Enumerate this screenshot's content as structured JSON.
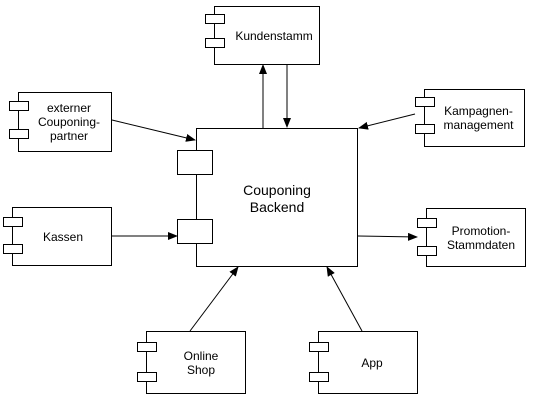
{
  "diagram": {
    "nodes": {
      "kundenstamm": {
        "label": "Kundenstamm"
      },
      "externer": {
        "label": "externer\nCouponing-\npartner"
      },
      "kampagnen": {
        "label": "Kampagnen-\nmanagement"
      },
      "backend": {
        "label": "Couponing\nBackend"
      },
      "kassen": {
        "label": "Kassen"
      },
      "promotion": {
        "label": "Promotion-\nStammdaten"
      },
      "onlineshop": {
        "label": "Online\nShop"
      },
      "app": {
        "label": "App"
      }
    },
    "edges": [
      {
        "from": "backend",
        "to": "kundenstamm"
      },
      {
        "from": "kundenstamm",
        "to": "backend"
      },
      {
        "from": "externer",
        "to": "backend"
      },
      {
        "from": "kampagnen",
        "to": "backend"
      },
      {
        "from": "kassen",
        "to": "backend"
      },
      {
        "from": "backend",
        "to": "promotion"
      },
      {
        "from": "onlineshop",
        "to": "backend"
      },
      {
        "from": "app",
        "to": "backend"
      }
    ],
    "colors": {
      "line": "#000000",
      "background": "#ffffff"
    }
  }
}
